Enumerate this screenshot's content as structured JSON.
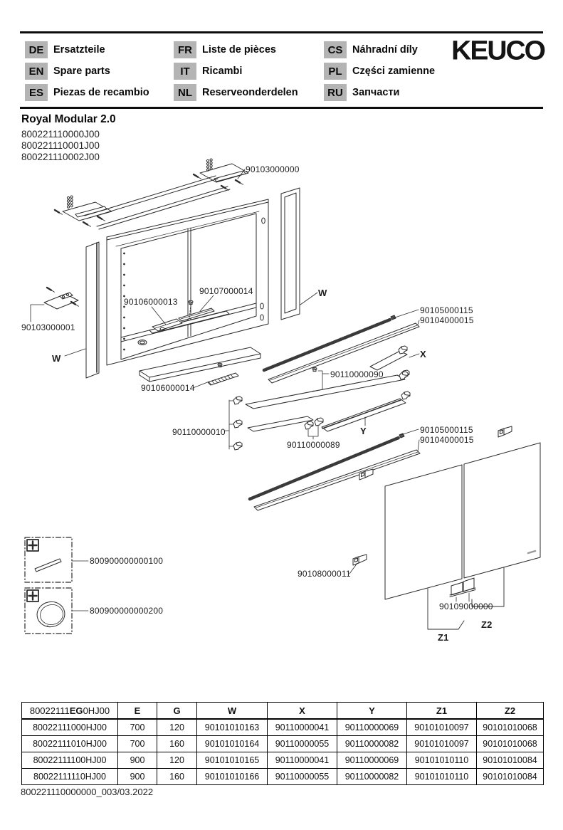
{
  "header": {
    "languages": [
      {
        "code": "DE",
        "label": "Ersatzteile"
      },
      {
        "code": "EN",
        "label": "Spare parts"
      },
      {
        "code": "ES",
        "label": "Piezas de recambio"
      },
      {
        "code": "FR",
        "label": "Liste de pièces"
      },
      {
        "code": "IT",
        "label": "Ricambi"
      },
      {
        "code": "NL",
        "label": "Reserveonderdelen"
      },
      {
        "code": "CS",
        "label": "Náhradní díly"
      },
      {
        "code": "PL",
        "label": "Części zamienne"
      },
      {
        "code": "RU",
        "label": "Запчасти"
      }
    ],
    "brand": "KEUCO",
    "badge_bg": "#b4b4b4"
  },
  "product": {
    "title": "Royal Modular 2.0",
    "variants": [
      "800221110000J00",
      "800221110001J00",
      "800221110002J00"
    ]
  },
  "diagram": {
    "line_color": "#2b2b2b",
    "callouts": [
      "90103000000",
      "90103000001",
      "W",
      "90106000013",
      "90107000014",
      "W",
      "90105000115",
      "90104000015",
      "X",
      "90110000090",
      "90106000014",
      "90110000010",
      "Y",
      "90110000089",
      "90105000115",
      "90104000015",
      "90108000011",
      "90109000000",
      "Z2",
      "Z1",
      "800900000000100",
      "800900000000200"
    ]
  },
  "table": {
    "header": {
      "model_prefix": "80022111",
      "model_bold": "EG",
      "model_suffix": "0HJ00",
      "cols": [
        "E",
        "G",
        "W",
        "X",
        "Y",
        "Z1",
        "Z2"
      ]
    },
    "rows": [
      [
        "80022111000HJ00",
        "700",
        "120",
        "90101010163",
        "90110000041",
        "90110000069",
        "90101010097",
        "90101010068"
      ],
      [
        "80022111010HJ00",
        "700",
        "160",
        "90101010164",
        "90110000055",
        "90110000082",
        "90101010097",
        "90101010068"
      ],
      [
        "80022111100HJ00",
        "900",
        "120",
        "90101010165",
        "90110000041",
        "90110000069",
        "90101010110",
        "90101010084"
      ],
      [
        "80022111110HJ00",
        "900",
        "160",
        "90101010166",
        "90110000055",
        "90110000082",
        "90101010110",
        "90101010084"
      ]
    ]
  },
  "footer": "800221110000000_003/03.2022"
}
